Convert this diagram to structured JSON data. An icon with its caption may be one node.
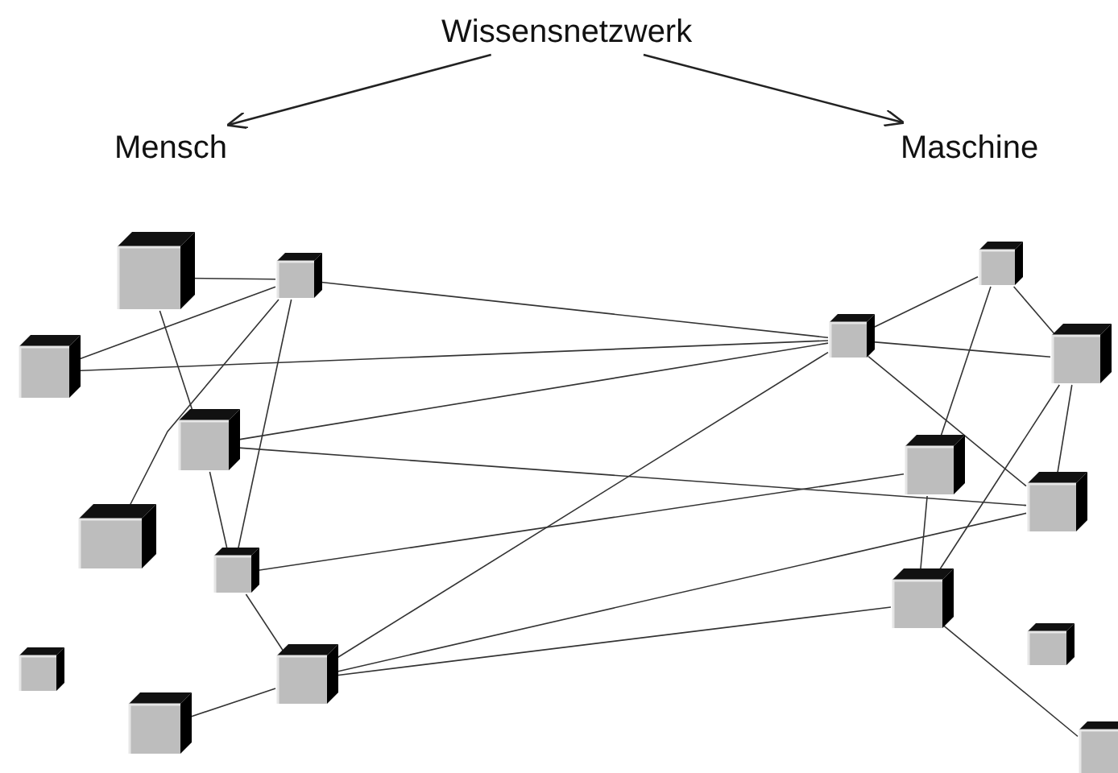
{
  "diagram": {
    "nodes": [
      {
        "text": [
          "Wissensnetzwerk"
        ]
      },
      {
        "text": [
          "Mensch"
        ]
      },
      {
        "text": [
          "Maschine"
        ]
      },
      {
        "text": [],
        "shape": "cube"
      },
      {
        "text": [],
        "shape": "cube"
      },
      {
        "text": [],
        "shape": "cube"
      },
      {
        "text": [],
        "shape": "cube"
      },
      {
        "text": [],
        "shape": "cube"
      },
      {
        "text": [],
        "shape": "cube"
      },
      {
        "text": [],
        "shape": "cube"
      },
      {
        "text": [],
        "shape": "cube"
      },
      {
        "text": [],
        "shape": "cube"
      },
      {
        "text": [],
        "shape": "cube"
      },
      {
        "text": [],
        "shape": "cube"
      },
      {
        "text": [],
        "shape": "cube"
      },
      {
        "text": [],
        "shape": "cube"
      },
      {
        "text": [],
        "shape": "cube"
      },
      {
        "text": [],
        "shape": "cube"
      },
      {
        "text": [],
        "shape": "cube"
      },
      {
        "text": [],
        "shape": "cube"
      }
    ],
    "edges": [
      {
        "from": 0,
        "to": 1,
        "arrow": "to"
      },
      {
        "from": 0,
        "to": 2,
        "arrow": "to"
      },
      {
        "from": 3,
        "to": 4,
        "arrow": "none"
      },
      {
        "from": 3,
        "to": 6,
        "arrow": "none"
      },
      {
        "from": 4,
        "to": 5,
        "arrow": "none"
      },
      {
        "from": 4,
        "to": 7,
        "arrow": "none"
      },
      {
        "from": 4,
        "to": 8,
        "arrow": "none"
      },
      {
        "from": 4,
        "to": 12,
        "arrow": "none"
      },
      {
        "from": 5,
        "to": 12,
        "arrow": "none"
      },
      {
        "from": 6,
        "to": 12,
        "arrow": "none"
      },
      {
        "from": 6,
        "to": 16,
        "arrow": "none"
      },
      {
        "from": 6,
        "to": 8,
        "arrow": "none"
      },
      {
        "from": 8,
        "to": 15,
        "arrow": "none"
      },
      {
        "from": 8,
        "to": 10,
        "arrow": "none"
      },
      {
        "from": 10,
        "to": 12,
        "arrow": "none"
      },
      {
        "from": 10,
        "to": 16,
        "arrow": "none"
      },
      {
        "from": 10,
        "to": 17,
        "arrow": "none"
      },
      {
        "from": 10,
        "to": 11,
        "arrow": "none"
      },
      {
        "from": 12,
        "to": 13,
        "arrow": "none"
      },
      {
        "from": 12,
        "to": 14,
        "arrow": "none"
      },
      {
        "from": 12,
        "to": 16,
        "arrow": "none"
      },
      {
        "from": 13,
        "to": 14,
        "arrow": "none"
      },
      {
        "from": 13,
        "to": 15,
        "arrow": "none"
      },
      {
        "from": 14,
        "to": 16,
        "arrow": "none"
      },
      {
        "from": 14,
        "to": 17,
        "arrow": "none"
      },
      {
        "from": 15,
        "to": 17,
        "arrow": "none"
      },
      {
        "from": 17,
        "to": 19,
        "arrow": "none"
      }
    ]
  }
}
